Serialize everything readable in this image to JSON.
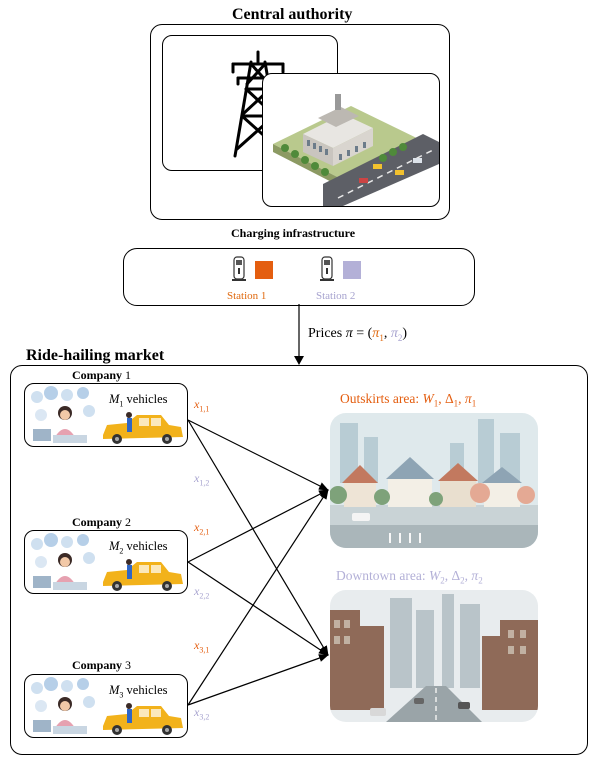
{
  "central": {
    "title": "Central authority"
  },
  "charging": {
    "title": "Charging infrastructure",
    "stations": [
      {
        "label": "Station 1",
        "color": "#e45e10"
      },
      {
        "label": "Station 2",
        "color": "#b3b0d7"
      }
    ]
  },
  "prices": {
    "prefix": "Prices",
    "symbol": "π",
    "equals": "= (",
    "p1": "π",
    "p1_sub": "1",
    "sep": ",",
    "p2": "π",
    "p2_sub": "2",
    "close": ")"
  },
  "market": {
    "title": "Ride-hailing market",
    "companies": [
      {
        "name": "Company",
        "number": "1",
        "fleet_var": "M",
        "fleet_sub": "1",
        "fleet_label": "vehicles"
      },
      {
        "name": "Company",
        "number": "2",
        "fleet_var": "M",
        "fleet_sub": "2",
        "fleet_label": "vehicles"
      },
      {
        "name": "Company",
        "number": "3",
        "fleet_var": "M",
        "fleet_sub": "3",
        "fleet_label": "vehicles"
      }
    ],
    "flows": [
      {
        "var": "x",
        "sub": "1,1",
        "color": "#e45e10"
      },
      {
        "var": "x",
        "sub": "1,2",
        "color": "#a7a3cf"
      },
      {
        "var": "x",
        "sub": "2,1",
        "color": "#e45e10"
      },
      {
        "var": "x",
        "sub": "2,2",
        "color": "#a7a3cf"
      },
      {
        "var": "x",
        "sub": "3,1",
        "color": "#e45e10"
      },
      {
        "var": "x",
        "sub": "3,2",
        "color": "#a7a3cf"
      }
    ],
    "areas": [
      {
        "title": "Outskirts area:",
        "w": "W",
        "w_sub": "1",
        "d": "Δ",
        "d_sub": "1",
        "p": "π",
        "p_sub": "1",
        "color": "#e45e10"
      },
      {
        "title": "Downtown area:",
        "w": "W",
        "w_sub": "2",
        "d": "Δ",
        "d_sub": "2",
        "p": "π",
        "p_sub": "2",
        "color": "#b3b0d7"
      }
    ]
  }
}
